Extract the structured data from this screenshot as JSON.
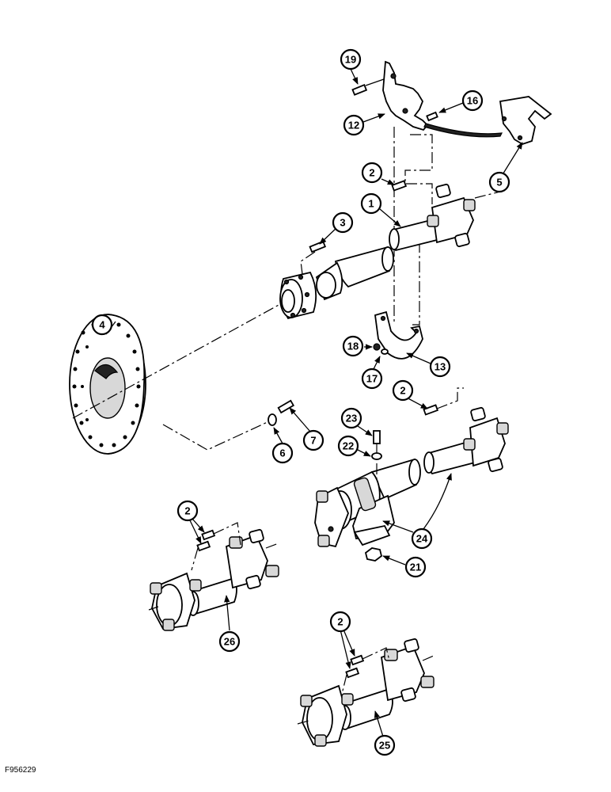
{
  "figure_code": "F956229",
  "callouts": {
    "c19": "19",
    "c12": "12",
    "c16": "16",
    "c5": "5",
    "c2a": "2",
    "c1": "1",
    "c3": "3",
    "c4": "4",
    "c18": "18",
    "c17": "17",
    "c13": "13",
    "c2b": "2",
    "c23": "23",
    "c22": "22",
    "c6": "6",
    "c7": "7",
    "c24": "24",
    "c21": "21",
    "c2c": "2",
    "c26": "26",
    "c2d": "2",
    "c25": "25"
  }
}
